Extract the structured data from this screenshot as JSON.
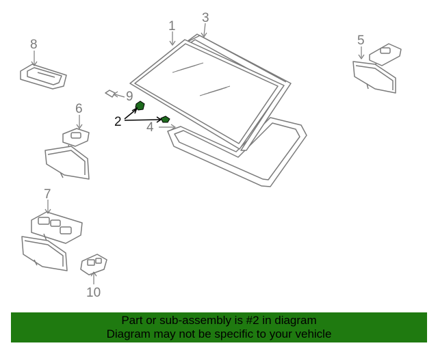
{
  "callouts": {
    "c1": "1",
    "c2": "2",
    "c3": "3",
    "c4": "4",
    "c5": "5",
    "c6": "6",
    "c7": "7",
    "c8": "8",
    "c9": "9",
    "c10": "10"
  },
  "banner": {
    "line1": "Part or sub-assembly is #2 in diagram",
    "line2": "Diagram may not be specific to your vehicle"
  },
  "colors": {
    "banner_bg": "#1f7a10",
    "highlight_part": "#1e6b1e",
    "line_art": "#7a7a7a"
  }
}
